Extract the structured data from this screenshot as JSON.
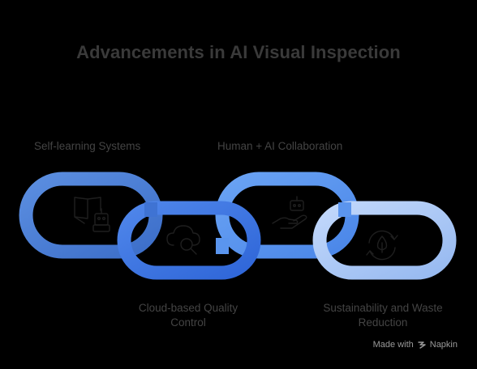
{
  "title": "Advancements in AI Visual Inspection",
  "links": [
    {
      "label_lines": [
        "Self-learning Systems"
      ],
      "icon": "book-robot-icon",
      "color": "#4a7fd8"
    },
    {
      "label_lines": [
        "Cloud-based Quality",
        "Control"
      ],
      "icon": "cloud-search-icon",
      "color": "#3a72e0"
    },
    {
      "label_lines": [
        "Human + AI Collaboration"
      ],
      "icon": "hand-robot-icon",
      "color": "#5a95ee"
    },
    {
      "label_lines": [
        "Sustainability and Waste",
        "Reduction"
      ],
      "icon": "recycle-leaf-icon",
      "color": "#a9c6f5"
    }
  ],
  "badge": {
    "made_with": "Made with",
    "brand": "Napkin"
  }
}
